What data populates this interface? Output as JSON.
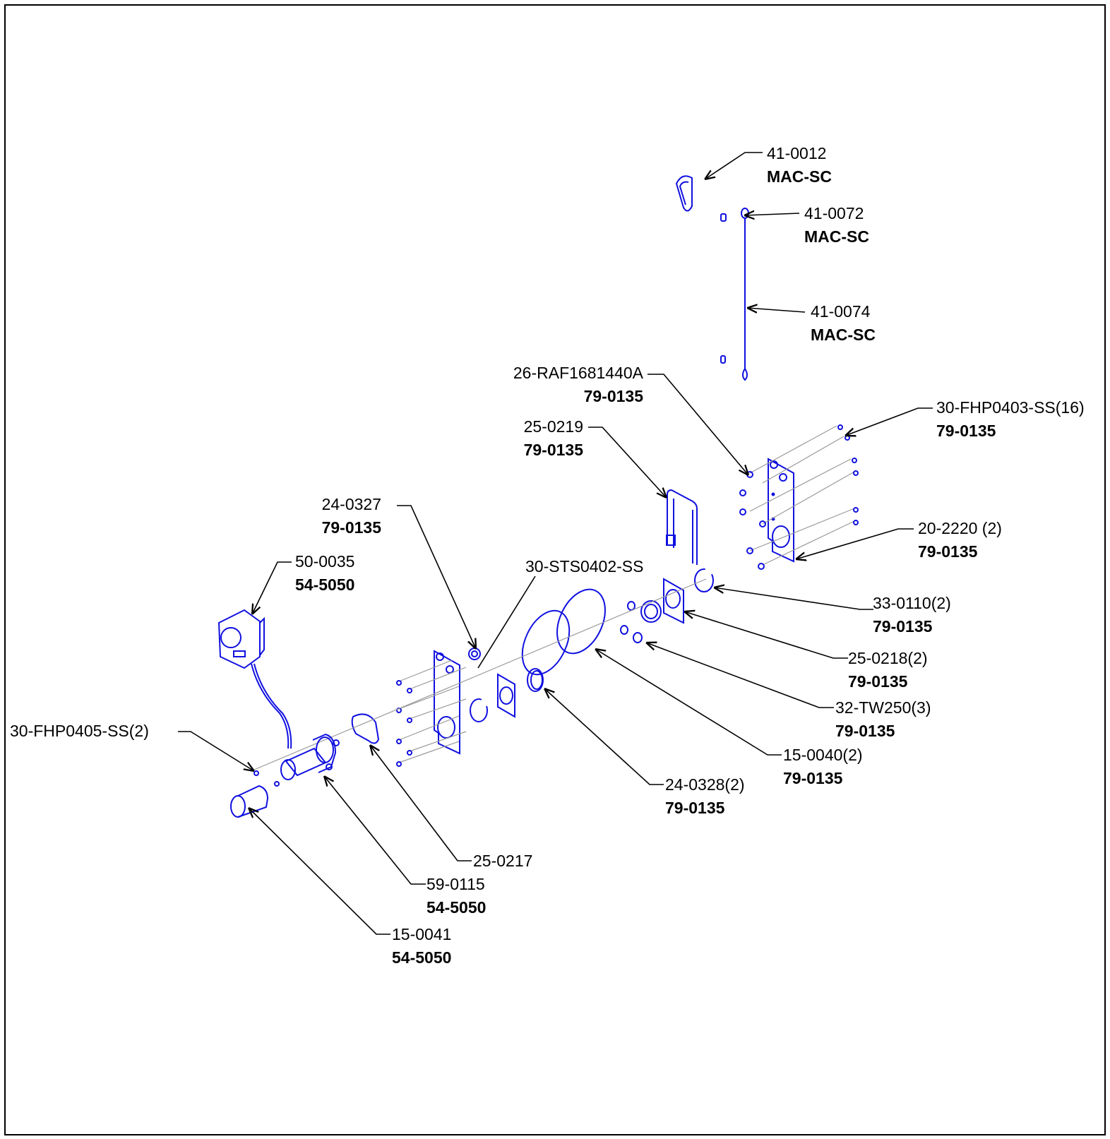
{
  "colors": {
    "part": "#1010e0",
    "leader": "#000000"
  },
  "callouts": [
    {
      "id": "c1",
      "part": "41-0012",
      "kit": "MAC-SC"
    },
    {
      "id": "c2",
      "part": "41-0072",
      "kit": "MAC-SC"
    },
    {
      "id": "c3",
      "part": "41-0074",
      "kit": "MAC-SC"
    },
    {
      "id": "c4",
      "part": "26-RAF1681440A",
      "kit": "79-0135"
    },
    {
      "id": "c5",
      "part": "30-FHP0403-SS(16)",
      "kit": "79-0135"
    },
    {
      "id": "c6",
      "part": "25-0219",
      "kit": "79-0135"
    },
    {
      "id": "c7",
      "part": "24-0327",
      "kit": "79-0135"
    },
    {
      "id": "c8",
      "part": "20-2220 (2)",
      "kit": "79-0135"
    },
    {
      "id": "c9",
      "part": "50-0035",
      "kit": "54-5050"
    },
    {
      "id": "c10",
      "part": "30-STS0402-SS",
      "kit": ""
    },
    {
      "id": "c11",
      "part": "33-0110(2)",
      "kit": "79-0135"
    },
    {
      "id": "c12",
      "part": "25-0218(2)",
      "kit": "79-0135"
    },
    {
      "id": "c13",
      "part": "32-TW250(3)",
      "kit": "79-0135"
    },
    {
      "id": "c14",
      "part": "30-FHP0405-SS(2)",
      "kit": ""
    },
    {
      "id": "c15",
      "part": "15-0040(2)",
      "kit": "79-0135"
    },
    {
      "id": "c16",
      "part": "24-0328(2)",
      "kit": "79-0135"
    },
    {
      "id": "c17",
      "part": "25-0217",
      "kit": ""
    },
    {
      "id": "c18",
      "part": "59-0115",
      "kit": "54-5050"
    },
    {
      "id": "c19",
      "part": "15-0041",
      "kit": "54-5050"
    }
  ]
}
